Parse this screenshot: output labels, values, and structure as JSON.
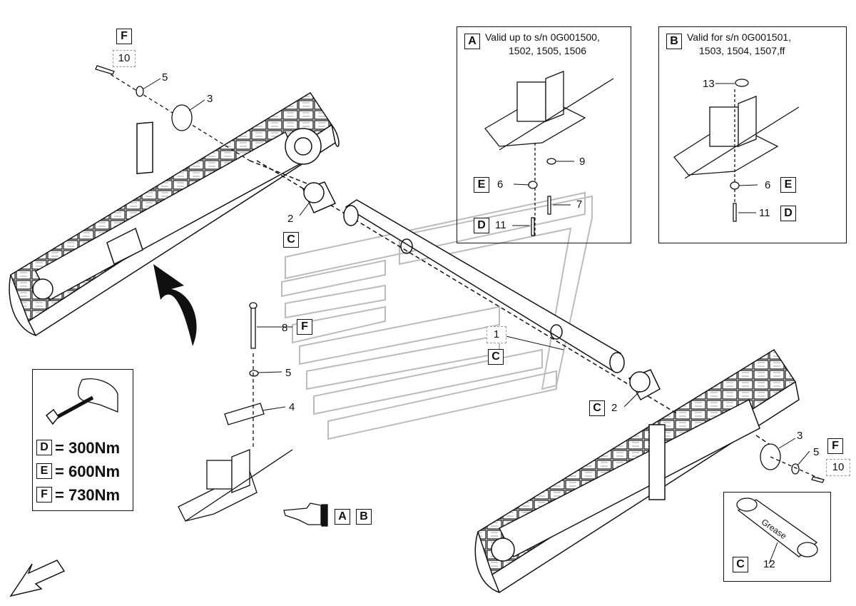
{
  "panel_a": {
    "box": "A",
    "line1": "Valid up to s/n 0G001500,",
    "line2": "1502, 1505, 1506",
    "items": {
      "e_box": "E",
      "e_num": "6",
      "d_box": "D",
      "d_num": "11",
      "n9": "9",
      "n7": "7"
    }
  },
  "panel_b": {
    "box": "B",
    "line1": "Valid for s/n 0G001501,",
    "line2": "1503, 1504, 1507,ff",
    "items": {
      "n13": "13",
      "e_num": "6",
      "e_box": "E",
      "d_num": "11",
      "d_box": "D"
    }
  },
  "callouts": {
    "f_top_box": "F",
    "n10_top": "10",
    "n5_top": "5",
    "n3_top": "3",
    "n2_left": "2",
    "c_left_box": "C",
    "n8": "8",
    "f_mid_box": "F",
    "n5_mid": "5",
    "n4": "4",
    "n1": "1",
    "c_mid_box": "C",
    "c_right_box": "C",
    "n2_right": "2",
    "n3_right": "3",
    "n5_right": "5",
    "f_right_box": "F",
    "n10_right": "10",
    "ref_a": "A",
    "ref_b": "B"
  },
  "torque": {
    "d_box": "D",
    "d_value": "= 300Nm",
    "e_box": "E",
    "e_value": "= 600Nm",
    "f_box": "F",
    "f_value": "= 730Nm"
  },
  "grease_panel": {
    "label": "Grease",
    "box": "C",
    "num": "12"
  },
  "colors": {
    "line": "#111111",
    "watermark": "#bbbbbb",
    "arrow_fill": "#111111"
  }
}
